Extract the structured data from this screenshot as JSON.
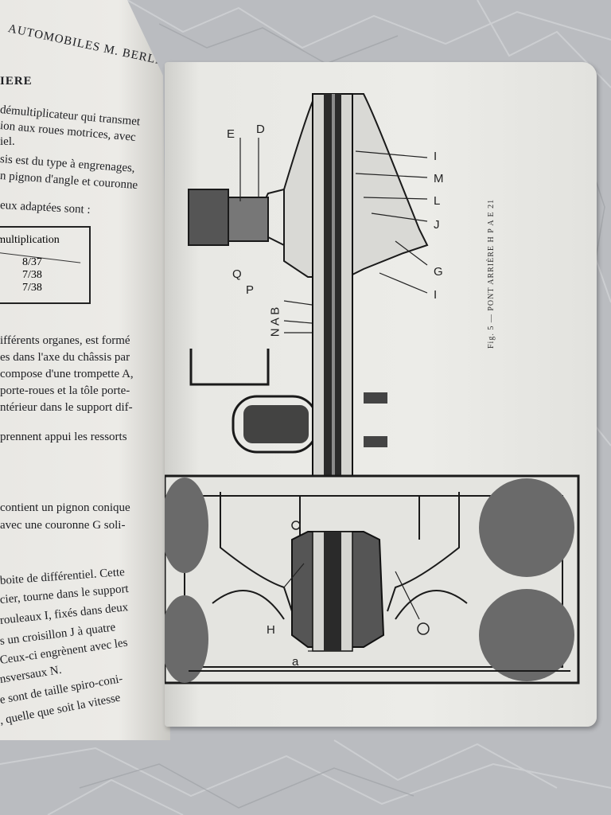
{
  "left_page": {
    "header": "AUTOMOBILES M. BERLIET",
    "section_title": "IERE",
    "lines": [
      "démultiplicateur qui transmet",
      "ion aux roues motrices, avec",
      "iel.",
      "sis est du type à engrenages,",
      "n pignon d'angle et couronne",
      "eux adaptées sont :",
      "ifférents organes, est formé",
      "es dans l'axe du châssis par",
      "compose d'une trompette A,",
      "porte-roues et la tôle porte-",
      "ntérieur dans le support dif-",
      "prennent appui les ressorts",
      "contient un pignon conique",
      "avec une couronne G soli-",
      "boite de différentiel. Cette",
      "cier, tourne dans le support",
      "rouleaux I, fixés dans deux",
      "s un croisillon J à quatre",
      "Ceux-ci engrènent avec les",
      "nsversaux N.",
      "e sont de taille spiro-coni-",
      ", quelle que soit la vitesse"
    ],
    "ratio_table": {
      "header": "émultiplication",
      "values": [
        "8/37",
        "7/38",
        "7/38"
      ]
    }
  },
  "right_page": {
    "caption": "Fig. 5 — PONT ARRIÈRE H P A E 21",
    "labels": {
      "E": "E",
      "D": "D",
      "Q": "Q",
      "P": "P",
      "NAB": "N A B",
      "I_top": "I",
      "M": "M",
      "L": "L",
      "J": "J",
      "G": "G",
      "I_bottom": "I",
      "H": "H",
      "a": "a"
    }
  }
}
